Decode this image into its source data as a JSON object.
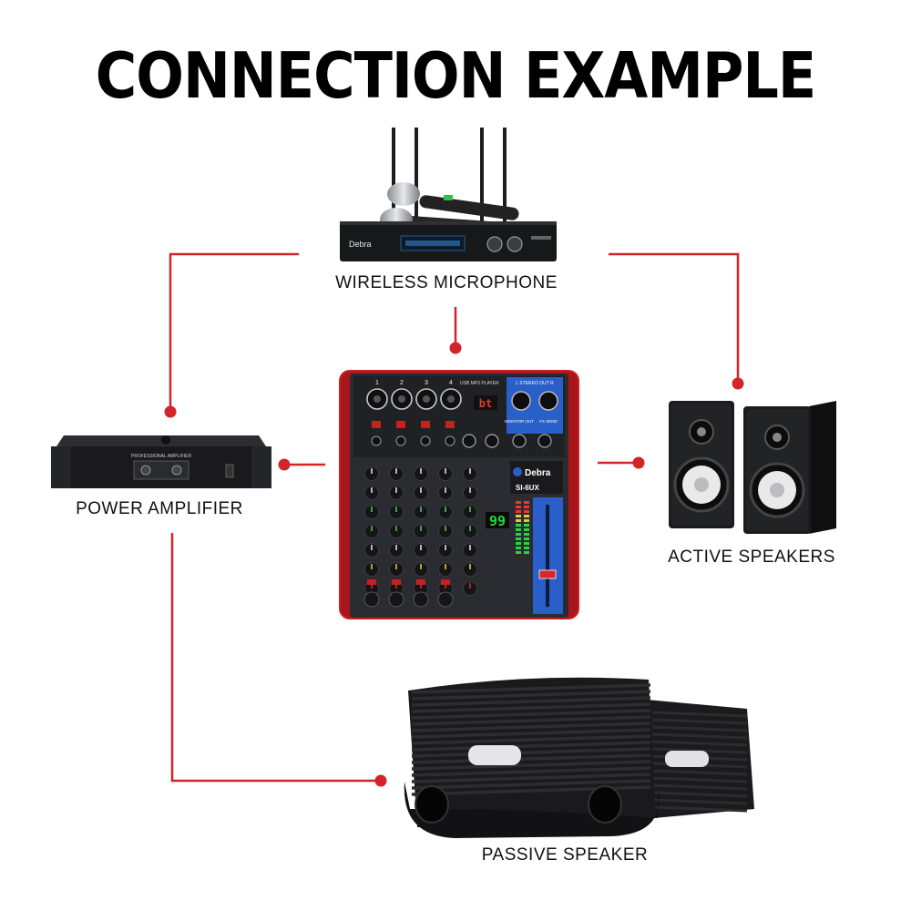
{
  "title": "CONNECTION EXAMPLE",
  "colors": {
    "line": "#d4242b",
    "mixer_accent": "#c8201e",
    "mixer_panel": "#2a2c31",
    "mixer_blue": "#2a5ec8",
    "display_green": "#22d83a",
    "device_black": "#1b1b1d"
  },
  "devices": {
    "wireless_microphone": {
      "label": "WIRELESS MICROPHONE",
      "brand": "Debra"
    },
    "power_amplifier": {
      "label": "POWER AMPLIFIER",
      "panel_text": "PROFESSIONAL AMPLIFIER"
    },
    "mixer": {
      "brand": "Debra",
      "model": "SI-6UX",
      "display": "99",
      "bt_display": "bt",
      "channel_numbers": [
        "1",
        "2",
        "3",
        "4"
      ],
      "usb_label": "USB MP3 PLAYER",
      "stereo_out_label": "L  STEREO OUT  R",
      "monitor_label": "MONITOR OUT",
      "fx_send_label": "FX SEND"
    },
    "active_speakers": {
      "label": "ACTIVE SPEAKERS"
    },
    "passive_speaker": {
      "label": "PASSIVE SPEAKER"
    }
  }
}
